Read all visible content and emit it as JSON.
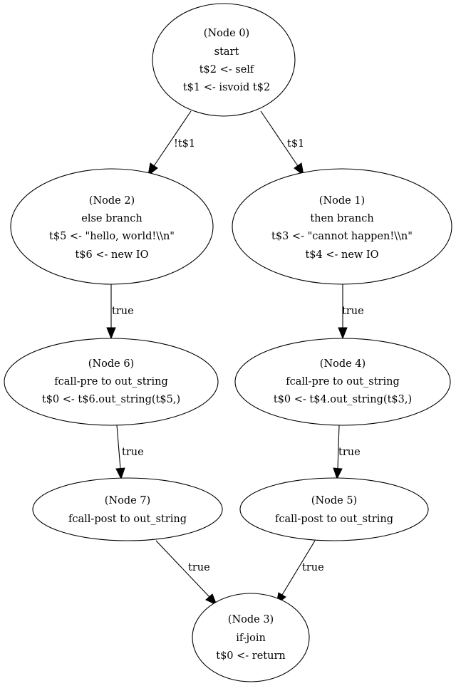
{
  "nodes": {
    "n0": {
      "lines": [
        "(Node 0)",
        "start",
        "t$2 <- self",
        "t$1 <- isvoid t$2"
      ]
    },
    "n2": {
      "lines": [
        "(Node 2)",
        "else branch",
        "t$5 <- \"hello, world!\\\\n\"",
        "t$6 <- new IO"
      ]
    },
    "n1": {
      "lines": [
        "(Node 1)",
        "then branch",
        "t$3 <- \"cannot happen!\\\\n\"",
        "t$4 <- new IO"
      ]
    },
    "n6": {
      "lines": [
        "(Node 6)",
        "fcall-pre to out_string",
        "t$0 <- t$6.out_string(t$5,)"
      ]
    },
    "n4": {
      "lines": [
        "(Node 4)",
        "fcall-pre to out_string",
        "t$0 <- t$4.out_string(t$3,)"
      ]
    },
    "n7": {
      "lines": [
        "(Node 7)",
        "fcall-post to out_string"
      ]
    },
    "n5": {
      "lines": [
        "(Node 5)",
        "fcall-post to out_string"
      ]
    },
    "n3": {
      "lines": [
        "(Node 3)",
        "if-join",
        "t$0 <- return"
      ]
    }
  },
  "edges": {
    "e0_2": {
      "label": "!t$1"
    },
    "e0_1": {
      "label": "t$1"
    },
    "e2_6": {
      "label": "true"
    },
    "e1_4": {
      "label": "true"
    },
    "e6_7": {
      "label": "true"
    },
    "e4_5": {
      "label": "true"
    },
    "e7_3": {
      "label": "true"
    },
    "e5_3": {
      "label": "true"
    }
  }
}
